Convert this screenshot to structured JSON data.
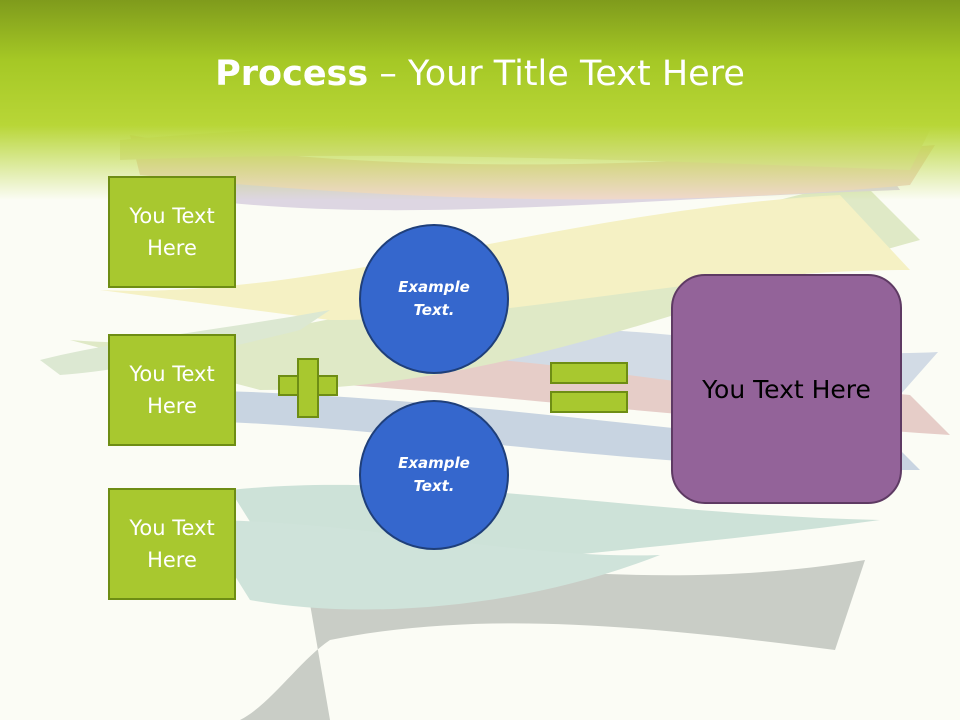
{
  "slide": {
    "title_bold": "Process",
    "title_rest": " – Your Title Text Here"
  },
  "left_boxes": [
    {
      "label": "You Text Here"
    },
    {
      "label": "You Text Here"
    },
    {
      "label": "You Text Here"
    }
  ],
  "circles": [
    {
      "label": "Example Text."
    },
    {
      "label": "Example Text."
    }
  ],
  "result_box": {
    "label": "You Text Here"
  },
  "colors": {
    "header_green": "#a5c825",
    "box_green": "#a8c82f",
    "box_border": "#6e8d14",
    "circle_blue": "#3567cd",
    "result_purple": "#936399",
    "background": "#fbfcf5"
  },
  "icons": [
    "plus-icon",
    "equals-icon",
    "head-silhouette-illustration"
  ]
}
